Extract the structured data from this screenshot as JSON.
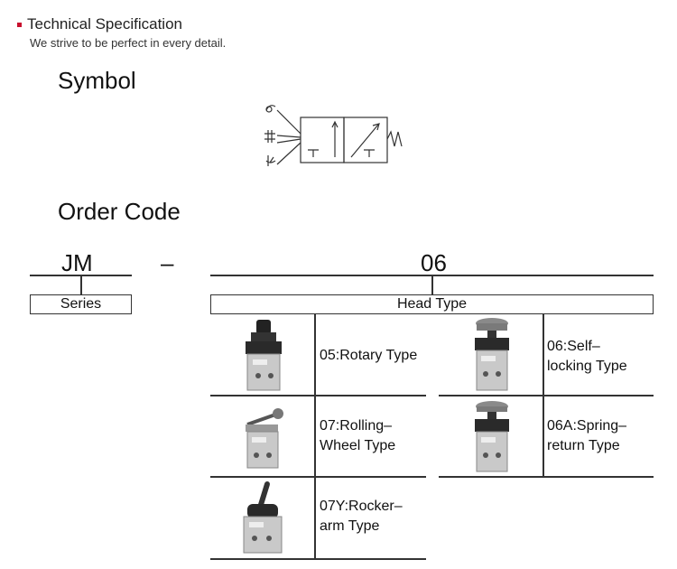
{
  "header": {
    "title": "Technical Specification",
    "subtitle": "We strive to be perfect in every detail."
  },
  "symbol_heading": "Symbol",
  "order_code_heading": "Order Code",
  "order_code": {
    "series_code": "JM",
    "dash": "–",
    "head_code": "06",
    "series_label": "Series",
    "head_type_label": "Head Type"
  },
  "head_types": {
    "rotary": {
      "label": "05:Rotary Type"
    },
    "self_locking": {
      "label_line1": "06:Self–",
      "label_line2": "locking Type"
    },
    "rolling_wheel": {
      "label_line1": "07:Rolling–",
      "label_line2": "Wheel Type"
    },
    "spring_return": {
      "label_line1": "06A:Spring–",
      "label_line2": "return Type"
    },
    "rocker_arm": {
      "label_line1": "07Y:Rocker–",
      "label_line2": "arm Type"
    }
  },
  "colors": {
    "accent": "#c8102e",
    "line": "#333333"
  }
}
